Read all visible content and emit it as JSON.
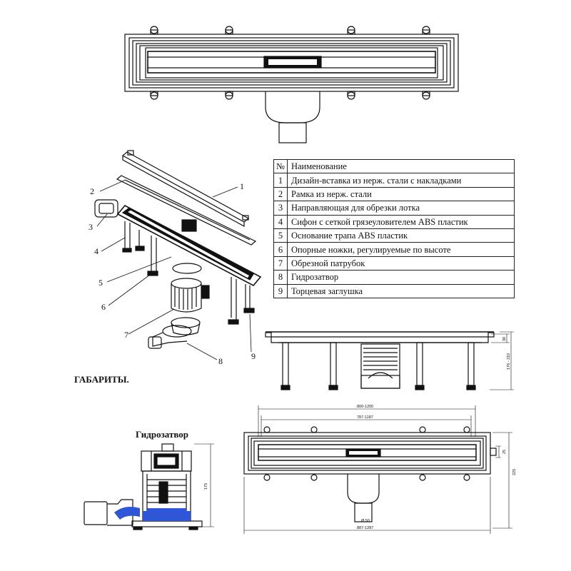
{
  "parts_table": {
    "header": {
      "num": "№",
      "name": "Наименование"
    },
    "rows": [
      {
        "num": "1",
        "name": "Дизайн-вставка из нерж. стали с накладками"
      },
      {
        "num": "2",
        "name": "Рамка из нерж. стали"
      },
      {
        "num": "3",
        "name": "Направляющая для обрезки лотка"
      },
      {
        "num": "4",
        "name": "Сифон с сеткой грязеуловителем ABS пластик"
      },
      {
        "num": "5",
        "name": "Основание трапа ABS пластик"
      },
      {
        "num": "6",
        "name": "Опорные ножки, регулируемые по высоте"
      },
      {
        "num": "7",
        "name": "Обрезной патрубок"
      },
      {
        "num": "8",
        "name": "Гидрозатвор"
      },
      {
        "num": "9",
        "name": "Торцевая заглушка"
      }
    ]
  },
  "callouts": [
    "1",
    "2",
    "3",
    "4",
    "5",
    "6",
    "7",
    "8",
    "9"
  ],
  "headings": {
    "dimensions": "ГАБАРИТЫ.",
    "water_seal": "Гидрозатвор"
  },
  "dimensions": {
    "overall_length": "800-1200",
    "inner_length": "787-1187",
    "base_length": "887-1287",
    "total_height": "225",
    "flange": "25",
    "outlet_diameter": "Ø 50",
    "side_height": "30",
    "leg_range": "176 - 210",
    "seal_height": "175"
  },
  "colors": {
    "water": "#2f56d6",
    "line": "#111111"
  }
}
